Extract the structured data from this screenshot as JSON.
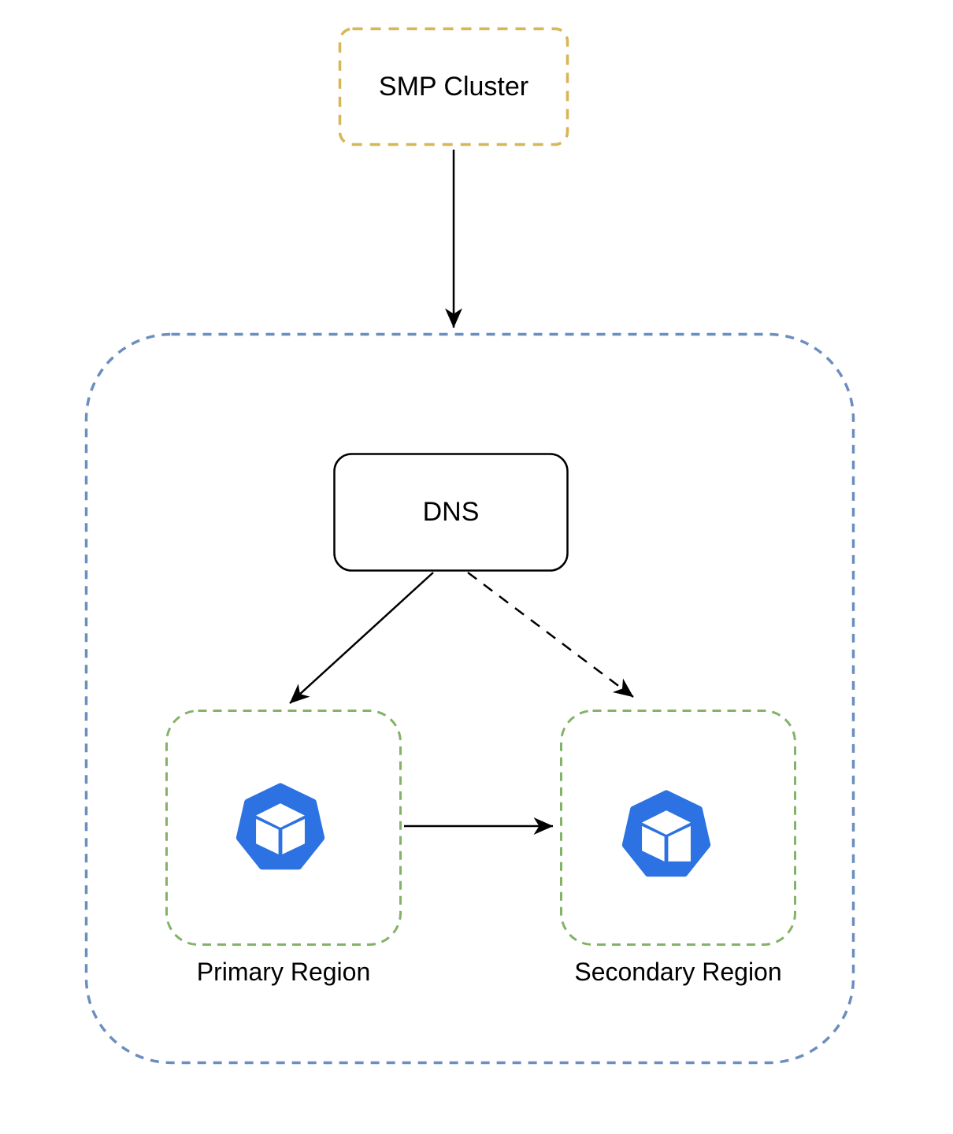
{
  "page": {
    "background": "#ffffff"
  },
  "nodes": {
    "smp_cluster": {
      "label": "SMP Cluster",
      "border_color": "#d6b656",
      "border_style": "dashed"
    },
    "outer_container": {
      "label": "",
      "border_color": "#6c8ebf",
      "border_style": "dashed"
    },
    "dns": {
      "label": "DNS",
      "border_color": "#000000",
      "border_style": "solid"
    },
    "primary_region": {
      "label": "Primary Region",
      "border_color": "#82b366",
      "border_style": "dashed",
      "icon": "cluster-heptagon-cube-icon"
    },
    "secondary_region": {
      "label": "Secondary Region",
      "border_color": "#82b366",
      "border_style": "dashed",
      "icon": "cluster-heptagon-cube-icon"
    }
  },
  "edges": [
    {
      "name": "smp-to-container",
      "from": "smp_cluster",
      "to": "outer_container",
      "style": "solid",
      "color": "#000000"
    },
    {
      "name": "dns-to-primary",
      "from": "dns",
      "to": "primary_region",
      "style": "solid",
      "color": "#000000"
    },
    {
      "name": "dns-to-secondary",
      "from": "dns",
      "to": "secondary_region",
      "style": "dashed",
      "color": "#000000"
    },
    {
      "name": "primary-to-secondary",
      "from": "primary_region",
      "to": "secondary_region",
      "style": "solid",
      "color": "#000000"
    }
  ],
  "colors": {
    "arrow": "#000000",
    "icon_blue": "#2d72e2",
    "icon_cube": "#ffffff",
    "smp_border": "#d6b656",
    "container_border": "#6c8ebf",
    "region_border": "#82b366"
  }
}
